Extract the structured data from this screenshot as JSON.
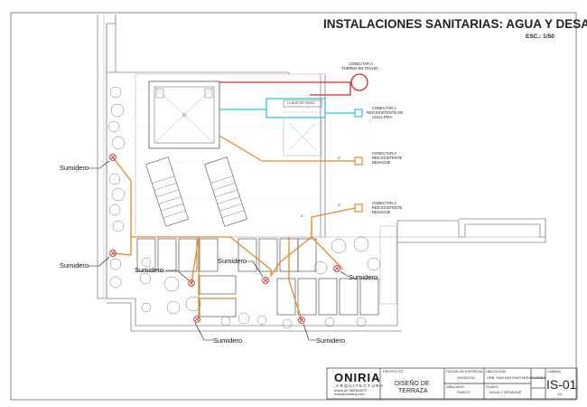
{
  "title": "INSTALACIONES SANITARIAS: AGUA Y DESAGUE",
  "scale": "ESC.: 1/50",
  "notes": {
    "therma_1": "CONECTAR A",
    "therma_2": "THERMA EN TECHO",
    "valve": "LLAVE DE PASO",
    "cold_1": "CONECTAR A",
    "cold_2": "RED EXISTENTE DE",
    "cold_3": "AGUA FRIA",
    "drain1_1": "CONECTAR A",
    "drain1_2": "RED EXISTENTE",
    "drain1_3": "DESAGUE",
    "drain2_1": "CONECTAR A",
    "drain2_2": "RED EXISTENTE",
    "drain2_3": "DESAGUE"
  },
  "pipe_sizes": {
    "p1": "2\"",
    "p2": "2\"",
    "p3": "2\""
  },
  "drains": {
    "label_1": "Sumidero",
    "label_2": "Sumidero",
    "label_3": "Sumidero",
    "label_4": "Sumidero",
    "label_5": "Sumidero",
    "label_6": "Sumidero",
    "label_7": "Sumidero"
  },
  "title_block": {
    "logo": "ONIRIA",
    "logo_sub": "ARQUITECTURA",
    "contact_1": "oniria.pe  982564072",
    "contact_2": "hola@oniriarq.com",
    "project_label": "PROYECTO",
    "project_1": "DISEÑO DE",
    "project_2": "TERRAZA",
    "fecha_label": "FECHA DE ENTREGA",
    "fecha": "24/05/2021",
    "ubic_label": "UBICACIÓN",
    "ubic": "URB. SAN ANTONIO MIRAFLORES",
    "dib_label": "DIBUJADO",
    "dib": "SURCO",
    "plano_label": "PLANO",
    "plano": "AGUA Y DESAGUE",
    "lam_label": "LÁMINA",
    "code": "IS-01",
    "sheet": "1/1"
  },
  "colors": {
    "drain_pipe": "#e8892a",
    "cold_water": "#2ec6d8",
    "hot_water": "#d42a2a"
  }
}
